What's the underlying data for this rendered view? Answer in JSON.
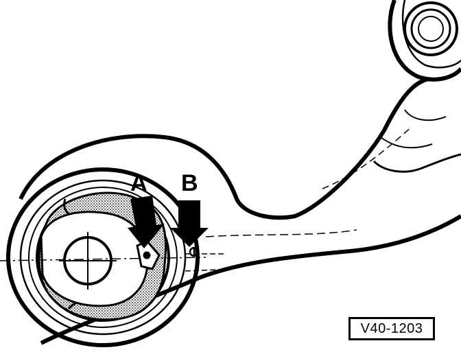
{
  "figure": {
    "callout_a": "A",
    "callout_b": "B",
    "reference_code": "V40-1203"
  },
  "icons": {
    "arrow_a": "arrow-down-icon",
    "arrow_b": "arrow-down-icon"
  },
  "colors": {
    "ink": "#000000",
    "paper": "#ffffff"
  }
}
